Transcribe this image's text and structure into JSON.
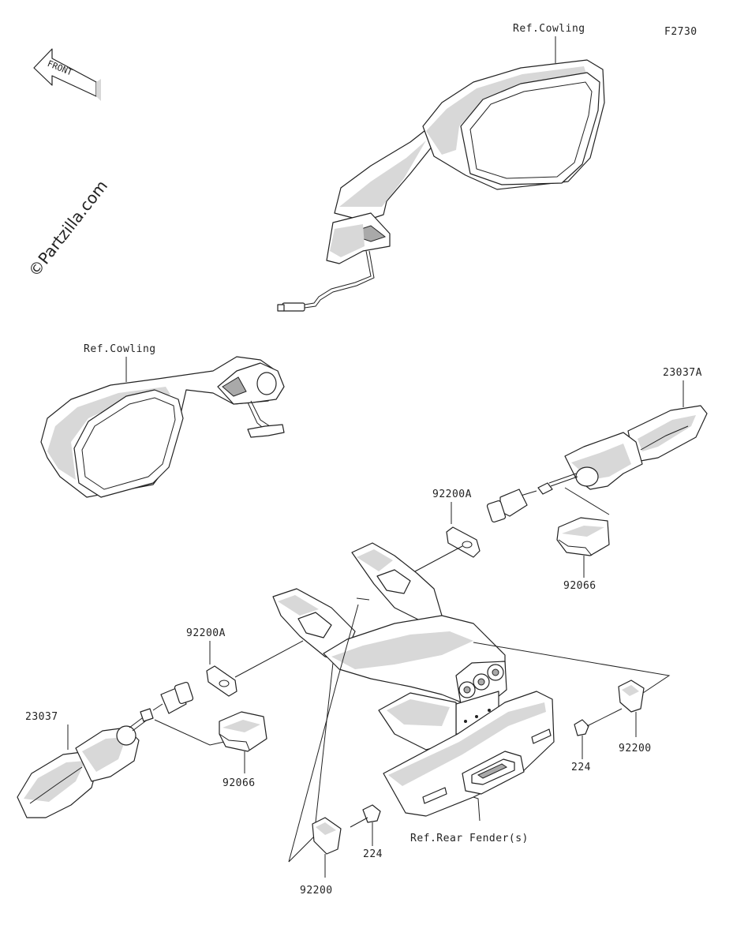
{
  "diagram": {
    "figure_code": "F2730",
    "front_label": "FRONT",
    "watermark": "©Partzilla.com",
    "labels": {
      "ref_cowling_top": "Ref.Cowling",
      "ref_cowling_left": "Ref.Cowling",
      "p23037A": "23037A",
      "p92200A_right": "92200A",
      "p92066_right": "92066",
      "p92200A_left": "92200A",
      "p23037": "23037",
      "p92066_left": "92066",
      "p224_right": "224",
      "p92200_right": "92200",
      "p224_left": "224",
      "p92200_left": "92200",
      "ref_rear_fender": "Ref.Rear Fender(s)"
    }
  }
}
